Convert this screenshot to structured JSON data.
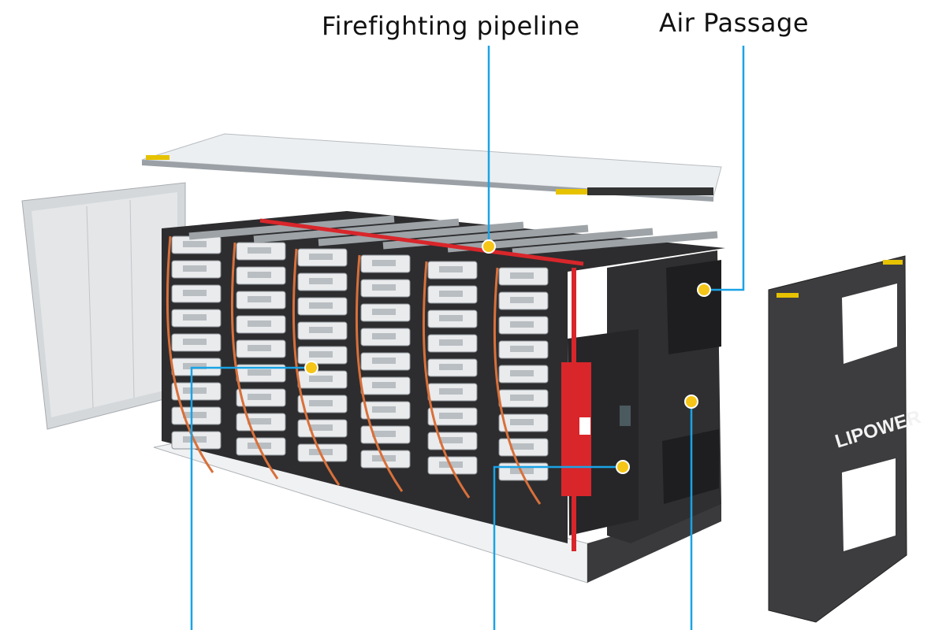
{
  "callouts": [
    {
      "label": "Firefighting pipeline"
    },
    {
      "label": "Air Passage"
    }
  ],
  "door_logo": "LIPOWER",
  "colors": {
    "leader_line": "#1aa3e6",
    "callout_dot": "#f5c518",
    "cabinet": "#2b2b2d",
    "cable": "#d9703a",
    "fire_red": "#d8262b"
  }
}
